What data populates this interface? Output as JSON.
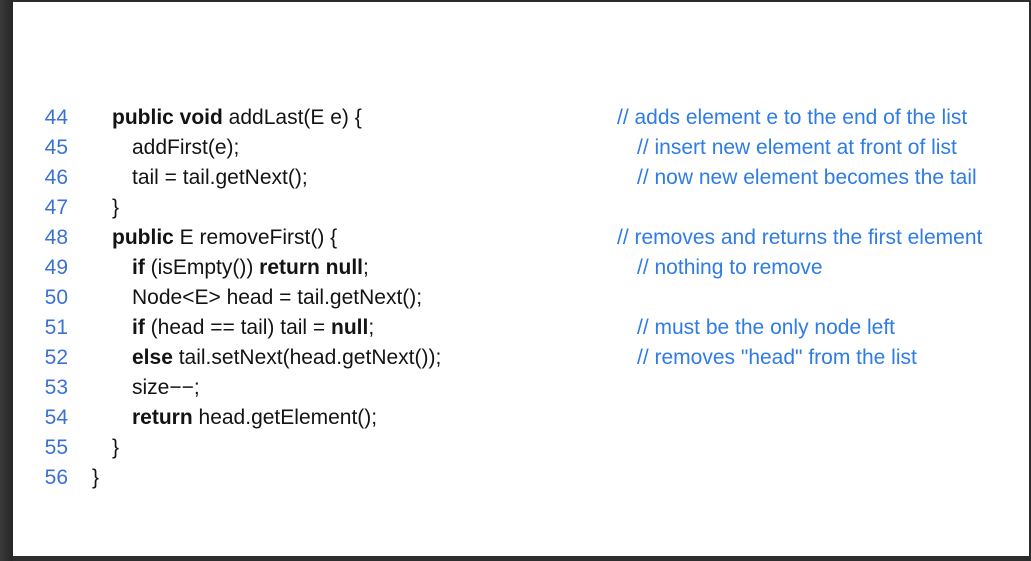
{
  "frame": {
    "slide_background": "#ffffff",
    "surround_color": "#2d2d2d"
  },
  "colors": {
    "line_number": "#3b72d2",
    "code_text": "#131313",
    "comment_text": "#2e7ce4"
  },
  "code_listing": {
    "language": "java",
    "lines": [
      {
        "n": "44",
        "indent": 1,
        "segments": [
          {
            "t": "public void",
            "b": true
          },
          {
            "t": " addLast(E e) {",
            "b": false
          }
        ],
        "comment": "// adds element e to the end of the list"
      },
      {
        "n": "45",
        "indent": 2,
        "segments": [
          {
            "t": "addFirst(e);",
            "b": false
          }
        ],
        "comment": "// insert new element at front of list"
      },
      {
        "n": "46",
        "indent": 2,
        "segments": [
          {
            "t": "tail = tail.getNext();",
            "b": false
          }
        ],
        "comment": "// now new element becomes the tail"
      },
      {
        "n": "47",
        "indent": 1,
        "segments": [
          {
            "t": "}",
            "b": false
          }
        ],
        "comment": ""
      },
      {
        "n": "48",
        "indent": 1,
        "segments": [
          {
            "t": "public",
            "b": true
          },
          {
            "t": " E removeFirst() {",
            "b": false
          }
        ],
        "comment": "// removes and returns the first element"
      },
      {
        "n": "49",
        "indent": 2,
        "segments": [
          {
            "t": "if",
            "b": true
          },
          {
            "t": " (isEmpty()) ",
            "b": false
          },
          {
            "t": "return null",
            "b": true
          },
          {
            "t": ";",
            "b": false
          }
        ],
        "comment": "// nothing to remove"
      },
      {
        "n": "50",
        "indent": 2,
        "segments": [
          {
            "t": "Node<E> head = tail.getNext();",
            "b": false
          }
        ],
        "comment": ""
      },
      {
        "n": "51",
        "indent": 2,
        "segments": [
          {
            "t": "if",
            "b": true
          },
          {
            "t": " (head == tail) tail = ",
            "b": false
          },
          {
            "t": "null",
            "b": true
          },
          {
            "t": ";",
            "b": false
          }
        ],
        "comment": "// must be the only node left"
      },
      {
        "n": "52",
        "indent": 2,
        "segments": [
          {
            "t": "else",
            "b": true
          },
          {
            "t": " tail.setNext(head.getNext());",
            "b": false
          }
        ],
        "comment": "// removes \"head\" from the list"
      },
      {
        "n": "53",
        "indent": 2,
        "segments": [
          {
            "t": "size−−;",
            "b": false
          }
        ],
        "comment": ""
      },
      {
        "n": "54",
        "indent": 2,
        "segments": [
          {
            "t": "return",
            "b": true
          },
          {
            "t": " head.getElement();",
            "b": false
          }
        ],
        "comment": ""
      },
      {
        "n": "55",
        "indent": 1,
        "segments": [
          {
            "t": "}",
            "b": false
          }
        ],
        "comment": ""
      },
      {
        "n": "56",
        "indent": 0,
        "segments": [
          {
            "t": "}",
            "b": false
          }
        ],
        "comment": ""
      }
    ]
  }
}
